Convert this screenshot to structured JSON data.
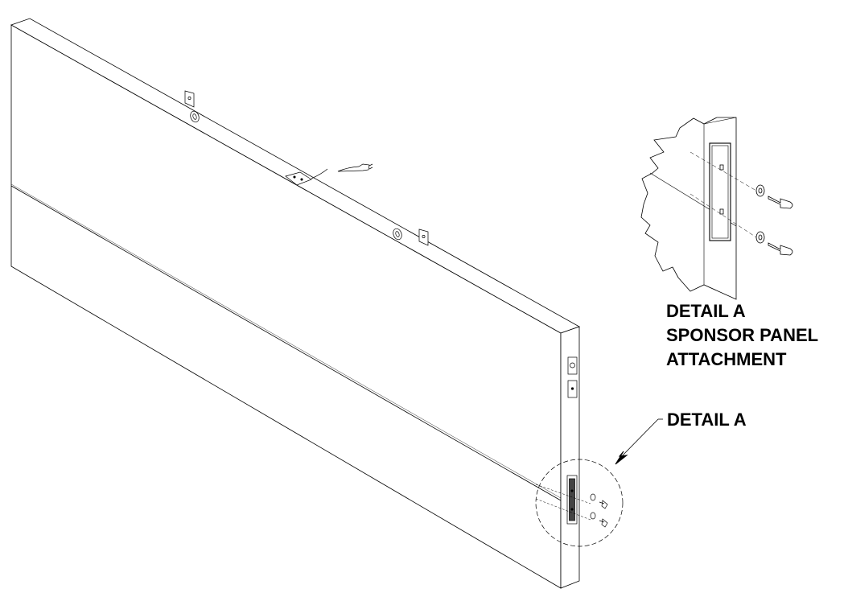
{
  "labels": {
    "detail_title": "DETAIL A",
    "detail_subtitle_line1": "SPONSOR PANEL",
    "detail_subtitle_line2": "ATTACHMENT",
    "callout": "DETAIL A"
  },
  "colors": {
    "line": "#000000",
    "fill": "#ffffff"
  }
}
